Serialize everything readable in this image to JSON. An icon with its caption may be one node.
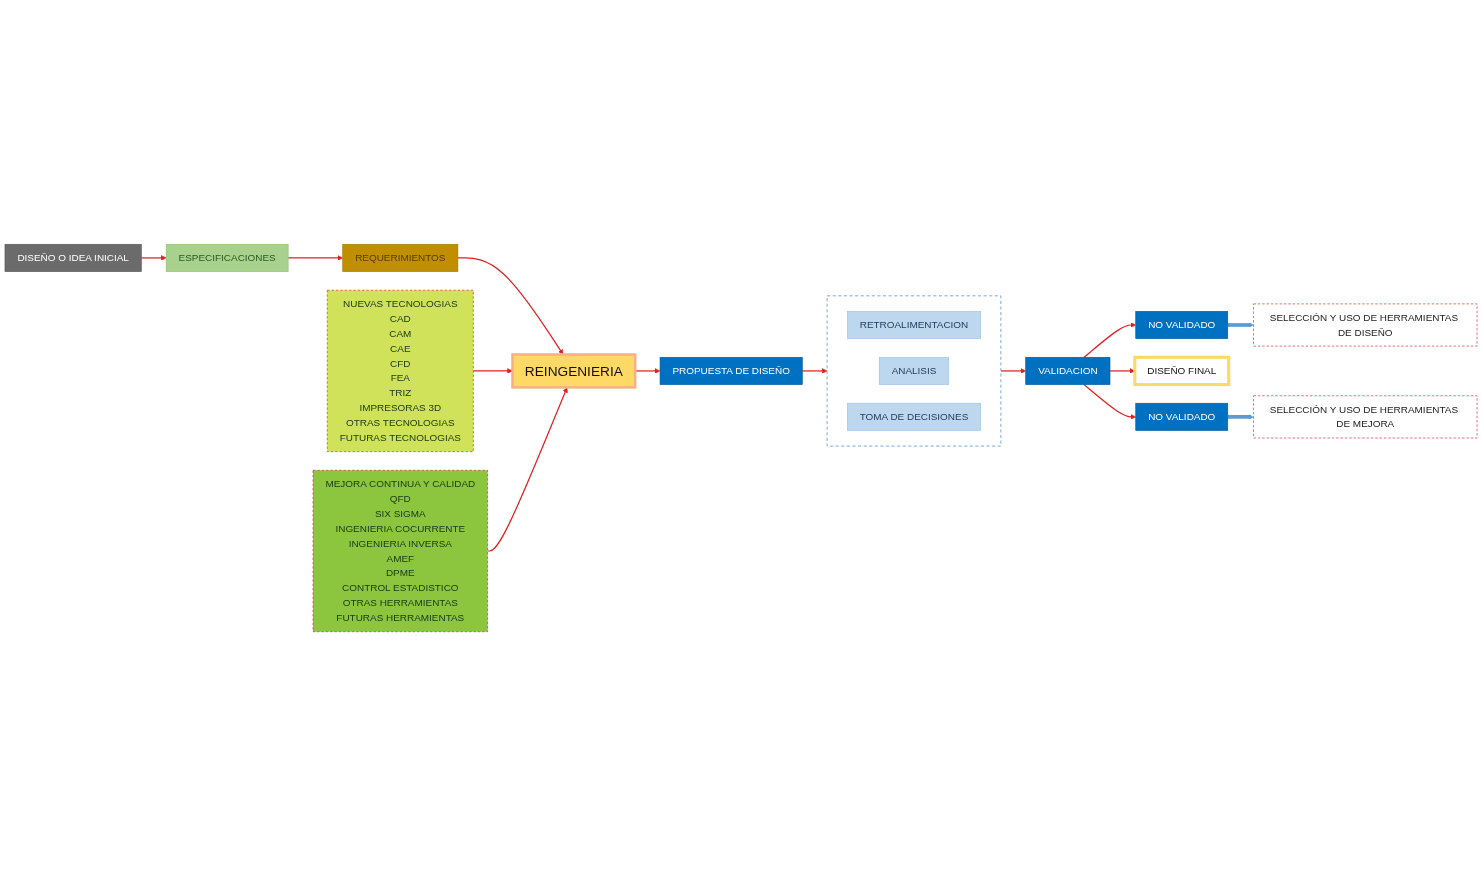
{
  "diagram": {
    "nodes": [
      {
        "text": [
          "SELECCIÓN Y USO DE HERRAMIENTAS DE DISEÑO"
        ]
      },
      {
        "text": [
          "NUEVAS TECNOLOGIAS",
          "CAD",
          "CAM",
          "CAE",
          "CFD",
          "FEA",
          "TRIZ",
          "IMPRESORAS 3D",
          "OTRAS TECNOLOGIAS",
          "FUTURAS TECNOLOGIAS"
        ]
      },
      {
        "text": [
          "DISEÑO O IDEA INICIAL"
        ]
      },
      {
        "text": [
          "ESPECIFICACIONES"
        ]
      },
      {
        "text": [
          "REQUERIMIENTOS"
        ]
      },
      {
        "text": [
          "REINGENIERIA"
        ]
      },
      {
        "text": [
          "PROPUESTA DE DISEÑO"
        ]
      },
      {
        "text": [],
        "shape": "box"
      },
      {
        "text": [
          "RETROALIMENTACION"
        ],
        "in": 7
      },
      {
        "text": [
          "ANALISIS"
        ],
        "in": 7
      },
      {
        "text": [
          "TOMA DE DECISIONES"
        ],
        "in": 7
      },
      {
        "text": [
          "NO VALIDADO"
        ]
      },
      {
        "text": [
          "VALIDACION"
        ]
      },
      {
        "text": [
          "DISEÑO FINAL"
        ]
      },
      {
        "text": [
          "MEJORA CONTINUA Y CALIDAD",
          "QFD",
          "SIX SIGMA",
          "INGENIERIA COCURRENTE",
          "INGENIERIA INVERSA",
          "AMEF",
          "DPME",
          "CONTROL ESTADISTICO",
          "OTRAS HERRAMIENTAS",
          "FUTURAS HERRAMIENTAS"
        ]
      },
      {
        "text": [
          "NO VALIDADO"
        ]
      },
      {
        "text": [
          "SELECCIÓN Y USO DE HERRAMIENTAS DE MEJORA"
        ]
      }
    ],
    "edges": [
      {
        "from": 2,
        "to": 3,
        "arrow": "to"
      },
      {
        "from": 3,
        "to": 4,
        "arrow": "to"
      },
      {
        "from": 4,
        "to": 5,
        "arrow": "to"
      },
      {
        "from": 1,
        "to": 5,
        "arrow": "to"
      },
      {
        "from": 14,
        "to": 5,
        "arrow": "to"
      },
      {
        "from": 5,
        "to": 6,
        "arrow": "to"
      },
      {
        "from": 6,
        "to": 7,
        "arrow": "to"
      },
      {
        "from": 7,
        "to": 12,
        "arrow": "to"
      },
      {
        "from": 12,
        "to": 13,
        "arrow": "to"
      },
      {
        "from": 12,
        "to": 11,
        "arrow": "to"
      },
      {
        "from": 12,
        "to": 15,
        "arrow": "to"
      },
      {
        "from": 11,
        "to": 0,
        "arrow": "to",
        "style": "thick",
        "color": "#5b9bd5"
      },
      {
        "from": 15,
        "to": 16,
        "arrow": "to",
        "style": "thick",
        "color": "#5b9bd5"
      }
    ]
  }
}
